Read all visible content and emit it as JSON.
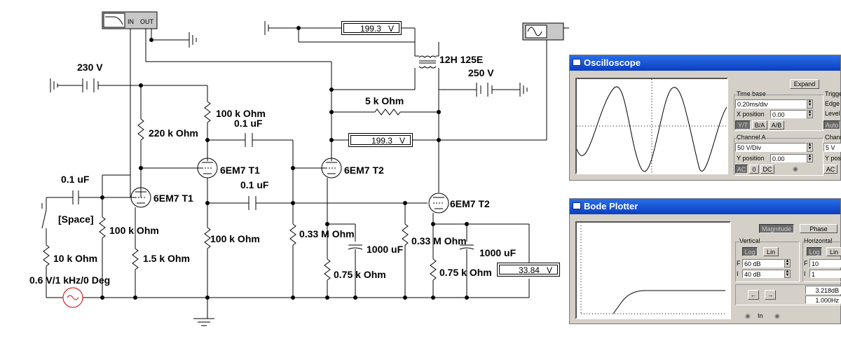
{
  "labels": {
    "v230": "230 V",
    "v250": "250 V",
    "transformer": "12H 125E",
    "r5k": "5 k Ohm",
    "r100k_top": "100 k Ohm",
    "c01_top": "0.1 uF",
    "r220k": "220 k Ohm",
    "tube1a": "6EM7 T1",
    "tube2a": "6EM7 T2",
    "c01_in": "0.1 uF",
    "tube1b": "6EM7 T1",
    "c01_mid": "0.1 uF",
    "tube2b": "6EM7 T2",
    "space_key": "[Space]",
    "r100k_grid": "100 k Ohm",
    "r100k_mid": "100 k Ohm",
    "r033m_1": "0.33 M Ohm",
    "c1000_1": "1000 uF",
    "r033m_2": "0.33 M Ohm",
    "c1000_2": "1000 uF",
    "r10k": "10 k Ohm",
    "r15k": "1.5 k Ohm",
    "r075k_1": "0.75 k Ohm",
    "r075k_2": "0.75 k Ohm",
    "source": "0.6 V/1 kHz/0 Deg",
    "bode_in": "IN",
    "bode_out": "OUT"
  },
  "meters": {
    "top": "199.3",
    "mid": "199.3",
    "out": "33.84",
    "unit": "V"
  },
  "oscilloscope": {
    "title": "Oscilloscope",
    "expand": "Expand",
    "time_base_label": "Time base",
    "time_base_value": "0.20ms/div",
    "x_position_label": "X position",
    "x_position_value": "0.00",
    "mode_buttons": [
      "Y/T",
      "B/A",
      "A/B"
    ],
    "channel_a_label": "Channel A",
    "channel_a_value": "50 V/Div",
    "y_position_label": "Y position",
    "y_position_value": "0.00",
    "coupling": [
      "AC",
      "0",
      "DC"
    ],
    "trigger_label": "Trigge",
    "edge_label": "Edge",
    "level_label": "Level",
    "auto_label": "Auto",
    "channel_b_label": "Chann",
    "channel_b_value": "5 V",
    "y_pos_b_label": "Y pos",
    "ac_b": "AC"
  },
  "bode": {
    "title": "Bode Plotter",
    "magnitude": "Magnitude",
    "phase": "Phase",
    "vertical_label": "Vertical",
    "horizontal_label": "Horizontal",
    "log": "Log",
    "lin": "Lin",
    "f_label": "F",
    "i_label": "I",
    "v_final": "60 dB",
    "v_initial": "40 dB",
    "h_final": "10",
    "h_initial": "1",
    "left_arrow": "←",
    "right_arrow": "→",
    "readout_db": "3.218dB",
    "readout_hz": "1.000Hz",
    "in_label": "In"
  }
}
